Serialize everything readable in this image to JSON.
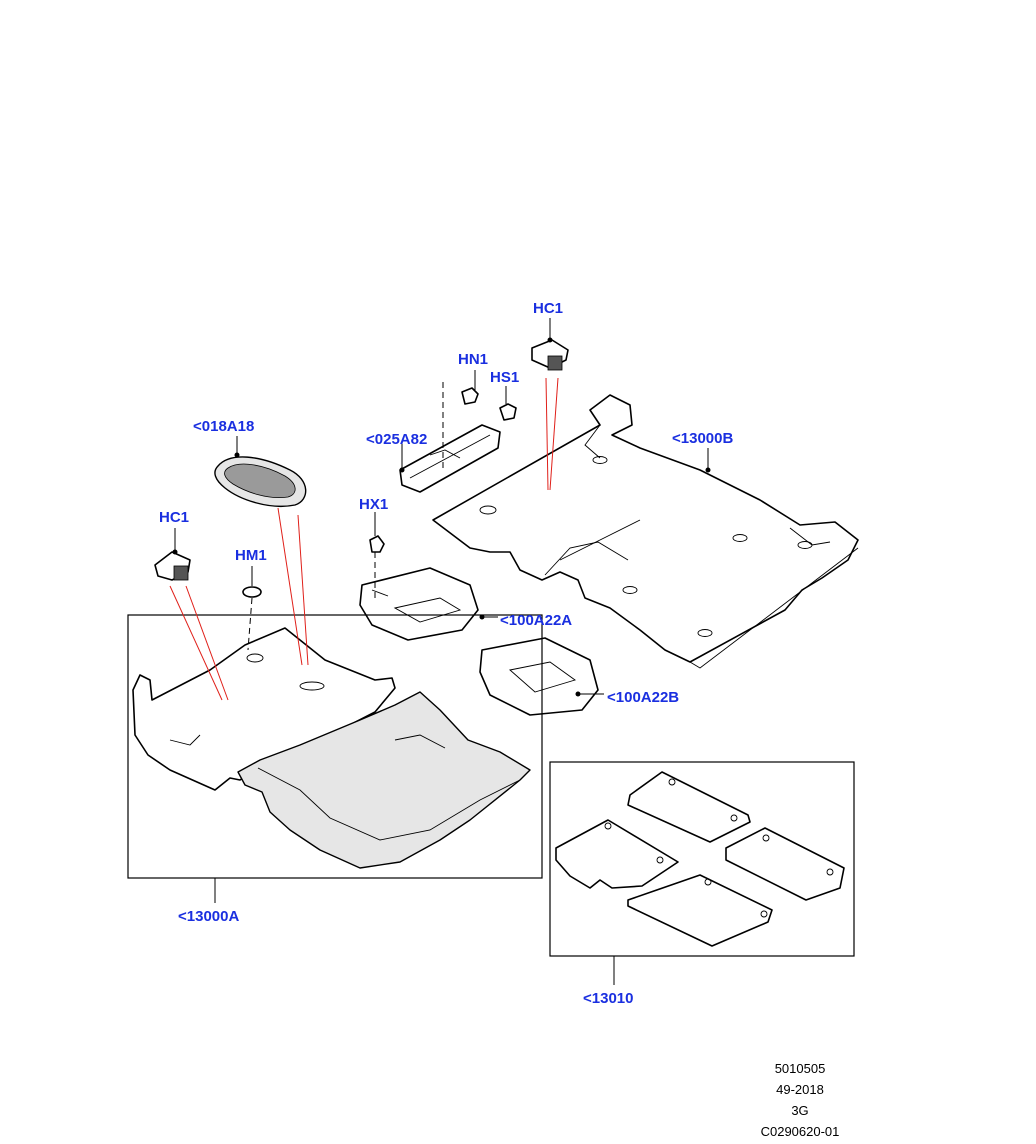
{
  "callouts": {
    "hc1_top": "HC1",
    "hn1": "HN1",
    "hs1": "HS1",
    "a025a82": "<025A82",
    "a13000b": "<13000B",
    "a018a18": "<018A18",
    "hx1": "HX1",
    "hc1_left": "HC1",
    "hm1": "HM1",
    "a100a22a": "<100A22A",
    "a100a22b": "<100A22B",
    "a13000a": "<13000A",
    "a13010": "<13010"
  },
  "reference": {
    "line1": "5010505",
    "line2": "49-2018",
    "line3": "3G",
    "line4": "C0290620-01"
  },
  "colors": {
    "callout_text": "#1a2fe0",
    "leader_red": "#e0201a"
  }
}
